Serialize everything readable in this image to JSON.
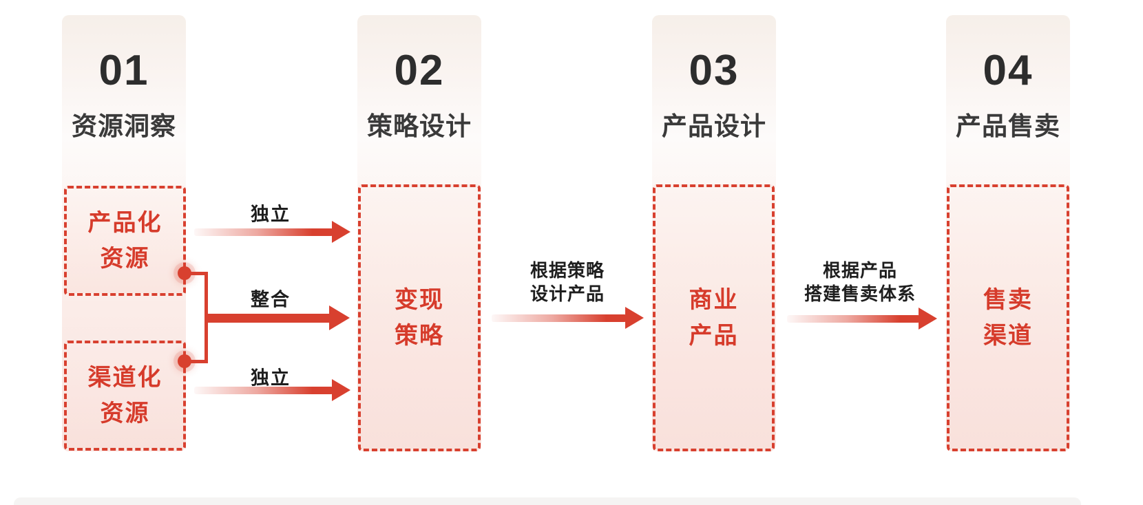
{
  "diagram": {
    "steps": [
      {
        "number": "01",
        "title": "资源洞察"
      },
      {
        "number": "02",
        "title": "策略设计"
      },
      {
        "number": "03",
        "title": "产品设计"
      },
      {
        "number": "04",
        "title": "产品售卖"
      }
    ],
    "nodes": {
      "productized_resource": {
        "line1": "产品化",
        "line2": "资源"
      },
      "channelized_resource": {
        "line1": "渠道化",
        "line2": "资源"
      },
      "monetization_strategy": {
        "line1": "变现",
        "line2": "策略"
      },
      "commercial_product": {
        "line1": "商业",
        "line2": "产品"
      },
      "sales_channel": {
        "line1": "售卖",
        "line2": "渠道"
      }
    },
    "arrow_labels": {
      "independent_top": "独立",
      "merge": "整合",
      "independent_bottom": "独立",
      "strategy_to_product_line1": "根据策略",
      "strategy_to_product_line2": "设计产品",
      "product_to_channel_line1": "根据产品",
      "product_to_channel_line2": "搭建售卖体系"
    },
    "colors": {
      "accent_red": "#d8402f",
      "node_text_red": "#d63b2b",
      "heading_dark": "#2d2d2d",
      "label_dark": "#1e1e1e",
      "banner_top_cream": "#f6efe9",
      "banner_bottom_pink": "#f9e5e1"
    }
  }
}
